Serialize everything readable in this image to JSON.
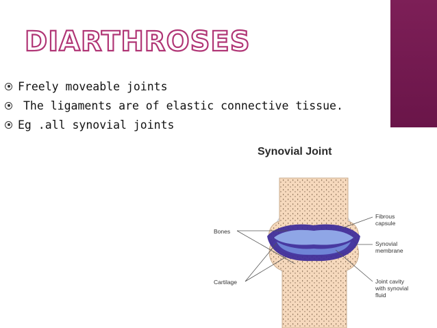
{
  "slide": {
    "title": "DIARTHROSES",
    "bullets": [
      "Freely moveable joints",
      "The ligaments are of elastic connective tissue.",
      "Eg .all synovial joints"
    ]
  },
  "diagram": {
    "title": "Synovial Joint",
    "labels": {
      "bones": "Bones",
      "cartilage": "Cartilage",
      "fibrous_capsule_1": "Fibrous",
      "fibrous_capsule_2": "capsule",
      "synovial_membrane_1": "Synovial",
      "synovial_membrane_2": "membrane",
      "joint_cavity_1": "Joint cavity",
      "joint_cavity_2": "with synovial",
      "joint_cavity_3": "fluid"
    }
  },
  "colors": {
    "accent_bar": "#7d1f57",
    "title_outline": "#b03575",
    "bone": "#f6d9bd",
    "membrane": "#3b2a9a",
    "cartilage": "#8fa6e6",
    "capsule": "#d9dde6"
  }
}
